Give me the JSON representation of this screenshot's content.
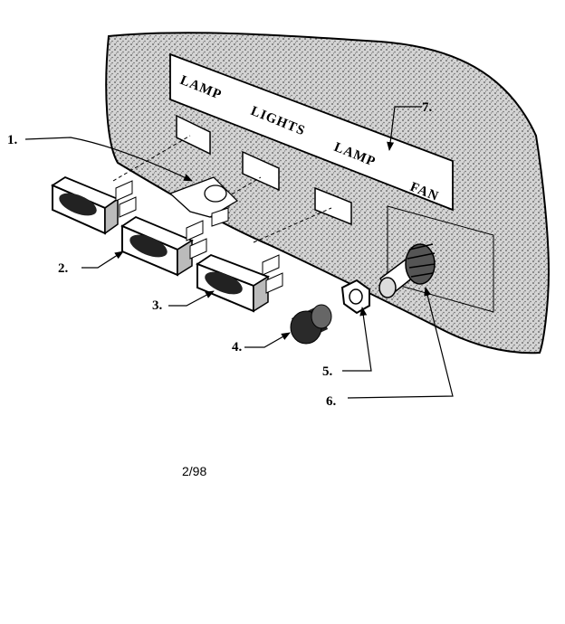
{
  "panel": {
    "legends": [
      "LAMP",
      "LIGHTS",
      "LAMP",
      "FAN"
    ]
  },
  "callouts": [
    "1.",
    "2.",
    "3.",
    "4.",
    "5.",
    "6.",
    "7."
  ],
  "footer": {
    "date_code": "2/98"
  }
}
